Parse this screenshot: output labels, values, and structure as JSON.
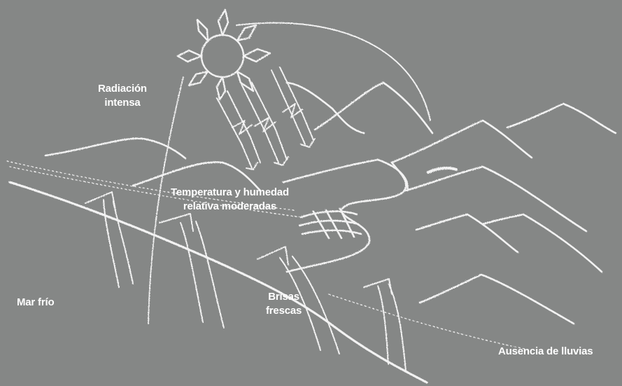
{
  "labels": {
    "radiation_line1": "Radiación",
    "radiation_line2": "intensa",
    "temperature_line1": "Temperatura y humedad",
    "temperature_line2": "relativa moderadas",
    "cold_sea": "Mar frío",
    "breezes_line1": "Brisas",
    "breezes_line2": "frescas",
    "no_rain": "Ausencia de lluvias"
  },
  "colors": {
    "background": "#858786",
    "chalk": "#f2f2f2"
  },
  "icons": [
    "sun-icon",
    "breeze-arrow-icon",
    "radiation-arrow-icon"
  ]
}
